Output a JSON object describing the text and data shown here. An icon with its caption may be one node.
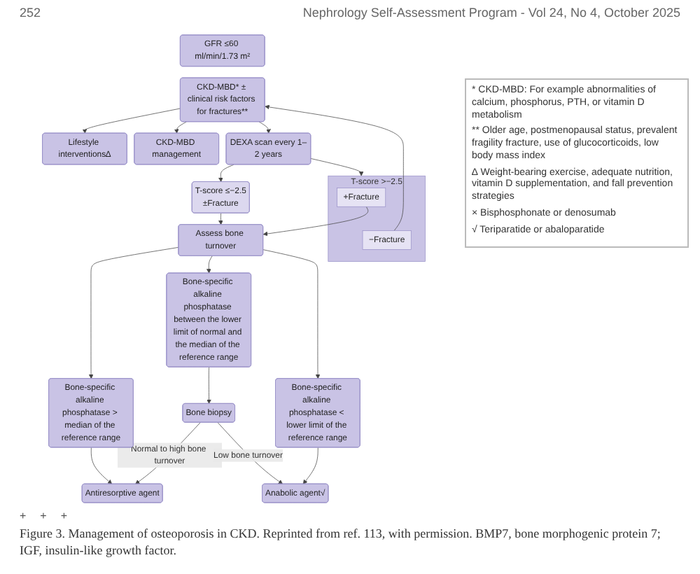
{
  "diagram": {
    "caption": "Figure 3. Management of osteoporosis in CKD. Reprinted from ref. 113, with permission. BMP7, bone morphogenic protein 7; IGF, insulin-like growth factor.",
    "nodes": [
      {
        "text": [
          "GFR ≤60 ml/min/1.73 m²"
        ]
      },
      {
        "text": [
          "CKD-MBD* ± clinical risk factors for fractures**"
        ]
      },
      {
        "text": [
          "Lifestyle interventions∆"
        ]
      },
      {
        "text": [
          "CKD-MBD management"
        ]
      },
      {
        "text": [
          "DEXA scan every 1–2 years"
        ]
      },
      {
        "text": [
          "T-score ≤−2.5",
          "±Fracture"
        ]
      },
      {
        "text": [
          "T-score >−2.5"
        ]
      },
      {
        "text": [
          "+Fracture"
        ],
        "in": 6
      },
      {
        "text": [
          "−Fracture"
        ],
        "in": 6
      },
      {
        "text": [
          "Assess bone turnover"
        ]
      },
      {
        "text": [
          "Bone-specific alkaline phosphatase > median of the reference range"
        ]
      },
      {
        "text": [
          "Bone-specific alkaline phosphatase between the lower limit of normal and the median of the reference range"
        ]
      },
      {
        "text": [
          "Bone-specific alkaline phosphatase < lower limit of the reference range"
        ]
      },
      {
        "text": [
          "Antiresorptive agent"
        ]
      },
      {
        "text": [
          "Bone biopsy"
        ]
      },
      {
        "text": [
          "Anabolic agent√"
        ]
      }
    ],
    "edges": [
      {
        "from": 1,
        "to": 2,
        "arrow": "to"
      },
      {
        "from": 1,
        "to": 3,
        "arrow": "to"
      },
      {
        "from": 1,
        "to": 4,
        "arrow": "to"
      },
      {
        "from": 4,
        "to": 5,
        "arrow": "to"
      },
      {
        "from": 4,
        "to": 6,
        "arrow": "to"
      },
      {
        "from": 5,
        "to": 9,
        "arrow": "to"
      },
      {
        "from": 7,
        "to": 9,
        "arrow": "to"
      },
      {
        "from": 9,
        "to": 10,
        "arrow": "to"
      },
      {
        "from": 9,
        "to": 11,
        "arrow": "to"
      },
      {
        "from": 9,
        "to": 12,
        "arrow": "to"
      },
      {
        "from": 10,
        "to": 13,
        "arrow": "to"
      },
      {
        "from": 11,
        "to": 14,
        "arrow": "to"
      },
      {
        "from": 12,
        "to": 15,
        "arrow": "to"
      },
      {
        "from": 14,
        "to": 13,
        "arrow": "to",
        "label": "Normal to high bone turnover"
      },
      {
        "from": 14,
        "to": 15,
        "arrow": "to",
        "label": "Low bone turnover"
      },
      {
        "from": 8,
        "to": 1,
        "arrow": "to"
      }
    ],
    "labels": [
      "252",
      "Nephrology Self-Assessment Program - Vol 24, No 4, October 2025",
      "+",
      "+",
      "+",
      "* CKD-MBD: For example abnormalities of calcium, phosphorus, PTH, or vitamin D metabolism",
      "** Older age, postmenopausal status, prevalent fragility fracture, use of glucocorticoids, low body mass index",
      "∆ Weight-bearing exercise, adequate nutrition, vitamin D supplementation, and fall prevention strategies",
      "× Bisphosphonate or denosumab",
      "√ Teriparatide or abaloparatide"
    ]
  }
}
